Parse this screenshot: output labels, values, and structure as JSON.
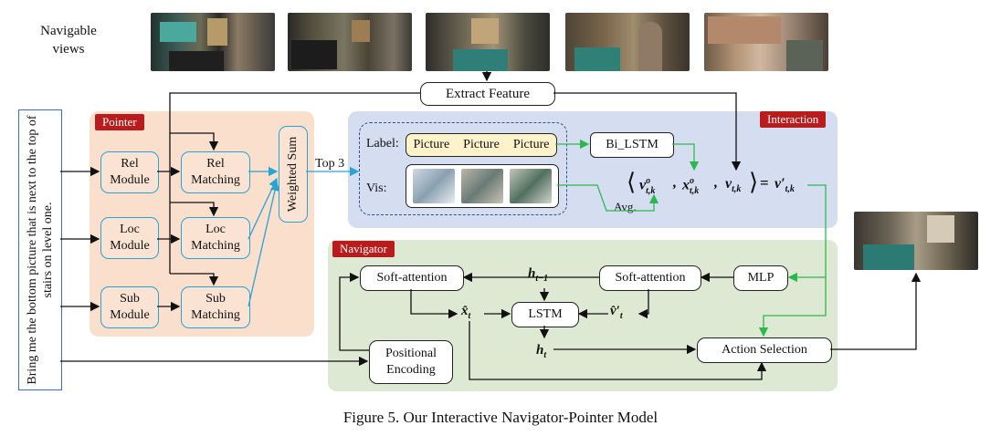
{
  "top": {
    "navigable_views": "Navigable\nviews",
    "extract_feature": "Extract Feature"
  },
  "instruction": "Bring me the bottom picture that is next to the top of stairs on level one.",
  "pointer": {
    "tag": "Pointer",
    "modules": [
      "Rel\nModule",
      "Loc\nModule",
      "Sub\nModule"
    ],
    "matchings": [
      "Rel\nMatching",
      "Loc\nMatching",
      "Sub\nMatching"
    ],
    "weighted_sum": "Weighted Sum",
    "top3": "Top 3"
  },
  "interaction": {
    "tag": "Interaction",
    "label_text": "Label:",
    "vis_text": "Vis:",
    "pictures": [
      "Picture",
      "Picture",
      "Picture"
    ],
    "bi_lstm": "Bi_LSTM",
    "avg": "Avg."
  },
  "navigator": {
    "tag": "Navigator",
    "soft_attention_left": "Soft-attention",
    "soft_attention_right": "Soft-attention",
    "mlp": "MLP",
    "lstm": "LSTM",
    "positional_encoding": "Positional\nEncoding",
    "action_selection": "Action Selection"
  },
  "caption": "Figure 5. Our Interactive Navigator-Pointer Model",
  "colors": {
    "pointer_bg": "#f9dfcc",
    "interaction_bg": "#d4def0",
    "navigator_bg": "#dde9d2",
    "tag_red": "#b91c1c",
    "blue_arrow": "#29a3d6",
    "green_arrow": "#2db84d",
    "label_box": "#fdf2c9"
  }
}
